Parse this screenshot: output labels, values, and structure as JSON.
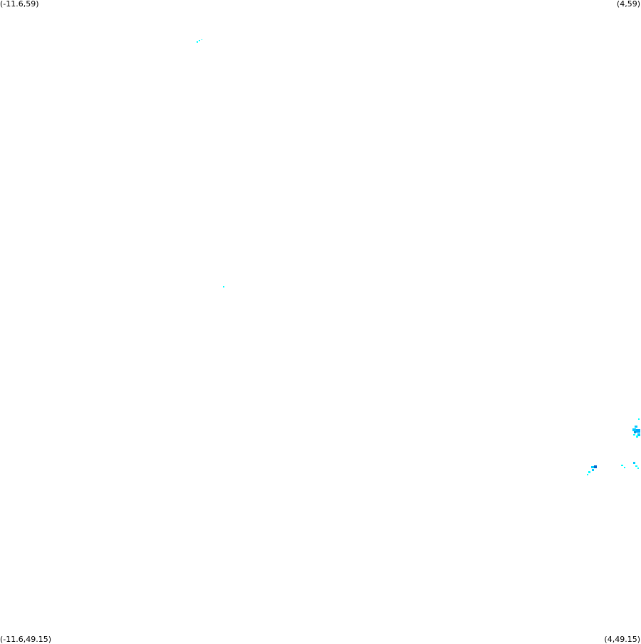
{
  "map": {
    "corners": {
      "top_left": "(-11.6,59)",
      "top_right": "(4,59)",
      "bottom_left": "(-11.6,49.15)",
      "bottom_right": "(4,49.15)"
    },
    "colors": {
      "light": "#00ffff",
      "medium": "#00ccff",
      "heavy": "#0066cc"
    }
  }
}
